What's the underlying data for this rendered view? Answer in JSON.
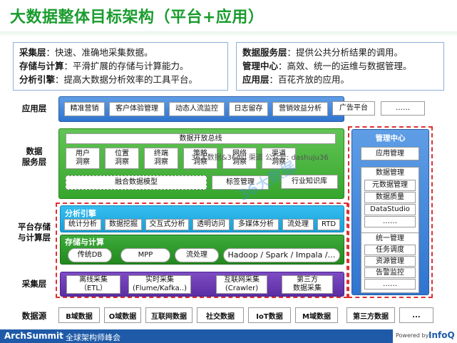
{
  "title": "大数据整体目标架构（平台+应用）",
  "desc_left": [
    {
      "label": "采集层",
      "text": "：快速、准确地采集数据。"
    },
    {
      "label": "存储与计算",
      "text": "：平滑扩展的存储与计算能力。"
    },
    {
      "label": "分析引擎",
      "text": "：提高大数据分析效率的工具平台。"
    }
  ],
  "desc_right": [
    {
      "label": "数据服务层",
      "text": "：提供公共分析结果的调用。"
    },
    {
      "label": "管理中心",
      "text": "：高效、统一的运维与数据管理。"
    },
    {
      "label": "应用层",
      "text": "：百花齐放的应用。"
    }
  ],
  "row_labels": {
    "app": "应用层",
    "service_1": "数据",
    "service_2": "服务层",
    "storage_1": "平台存储",
    "storage_2": "与计算层",
    "collect": "采集层",
    "source": "数据源"
  },
  "app_layer": [
    "精准营销",
    "客户体验管理",
    "动态人流监控",
    "日志留存",
    "营销效益分析",
    "广告平台",
    "……"
  ],
  "service_layer": {
    "bus": "数据开放总线",
    "insights": [
      [
        "用户",
        "洞察"
      ],
      [
        "位置",
        "洞察"
      ],
      [
        "终端",
        "洞察"
      ],
      [
        "策略",
        "洞察"
      ],
      [
        "网络",
        "洞察"
      ],
      [
        "渠道",
        "洞察"
      ]
    ],
    "fusion": "融合数据模型",
    "tag": "标签管理",
    "industry": "行业知识库"
  },
  "analysis": {
    "title": "分析引擎",
    "items": [
      "统计分析",
      "数据挖掘",
      "交互式分析",
      "透明访问",
      "多媒体分析",
      "流处理",
      "RTD"
    ]
  },
  "storage": {
    "title": "存储与计算",
    "items": [
      "传统DB",
      "MPP",
      "流处理",
      "Hadoop / Spark / Impala /…"
    ]
  },
  "collect": [
    [
      "离线采集",
      "（ETL）"
    ],
    [
      "实时采集",
      "(Flume/Kafka..)"
    ],
    [
      "互联网采集",
      "(Crawler)"
    ],
    [
      "第三方",
      "数据采集"
    ]
  ],
  "mgmt": {
    "title": "管理中心",
    "app_mgmt": "应用管理",
    "data_mgmt": [
      "数据管理",
      "元数据管理",
      "数据质量",
      "DataStudio",
      "……"
    ],
    "unified": [
      "统一管理",
      "任务调度",
      "资源管理",
      "告警监控",
      "……"
    ]
  },
  "sources": [
    "B域数据",
    "O域数据",
    "互联网数据",
    "社交数据",
    "IoT数据",
    "M域数据",
    "第三方数据",
    "..."
  ],
  "footer": {
    "brand": "ArchSummit",
    "subtitle": "全球架构师峰会",
    "powered": "Powered by",
    "infoq": "InfoQ"
  },
  "watermark": "36大数据&36dsj 渠道 公众号: dashuju36",
  "watermark_logo": "36大数据",
  "colors": {
    "title_green": "#1a9c2e",
    "red_dash": "#e03030",
    "footer_blue": "#1e5aa8"
  }
}
